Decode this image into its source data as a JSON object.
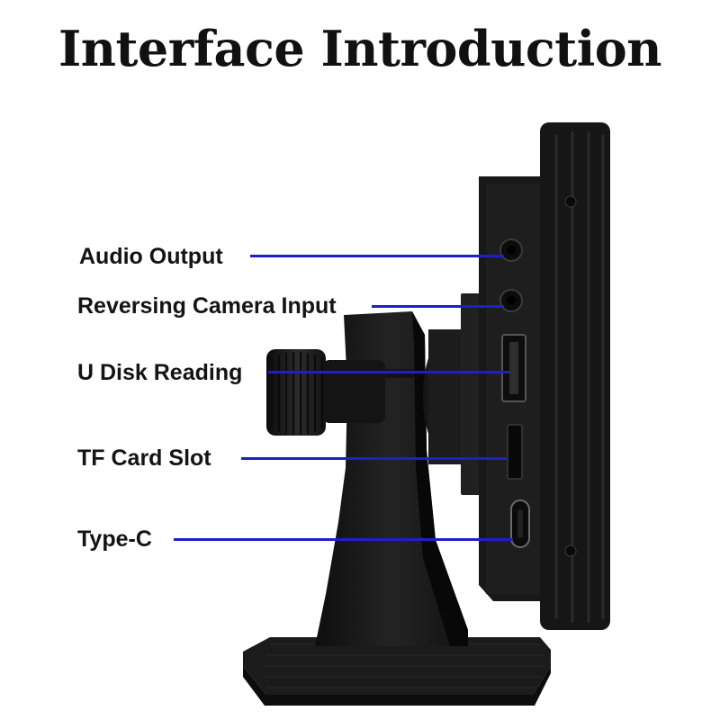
{
  "title": "Interface Introduction",
  "callouts": [
    {
      "label": "Audio Output"
    },
    {
      "label": "Reversing Camera Input"
    },
    {
      "label": "U Disk Reading"
    },
    {
      "label": "TF Card Slot"
    },
    {
      "label": "Type-C"
    }
  ],
  "colors": {
    "leader_line": "#1f1fc8",
    "device_body": "#1a1a1a",
    "background": "#ffffff"
  }
}
